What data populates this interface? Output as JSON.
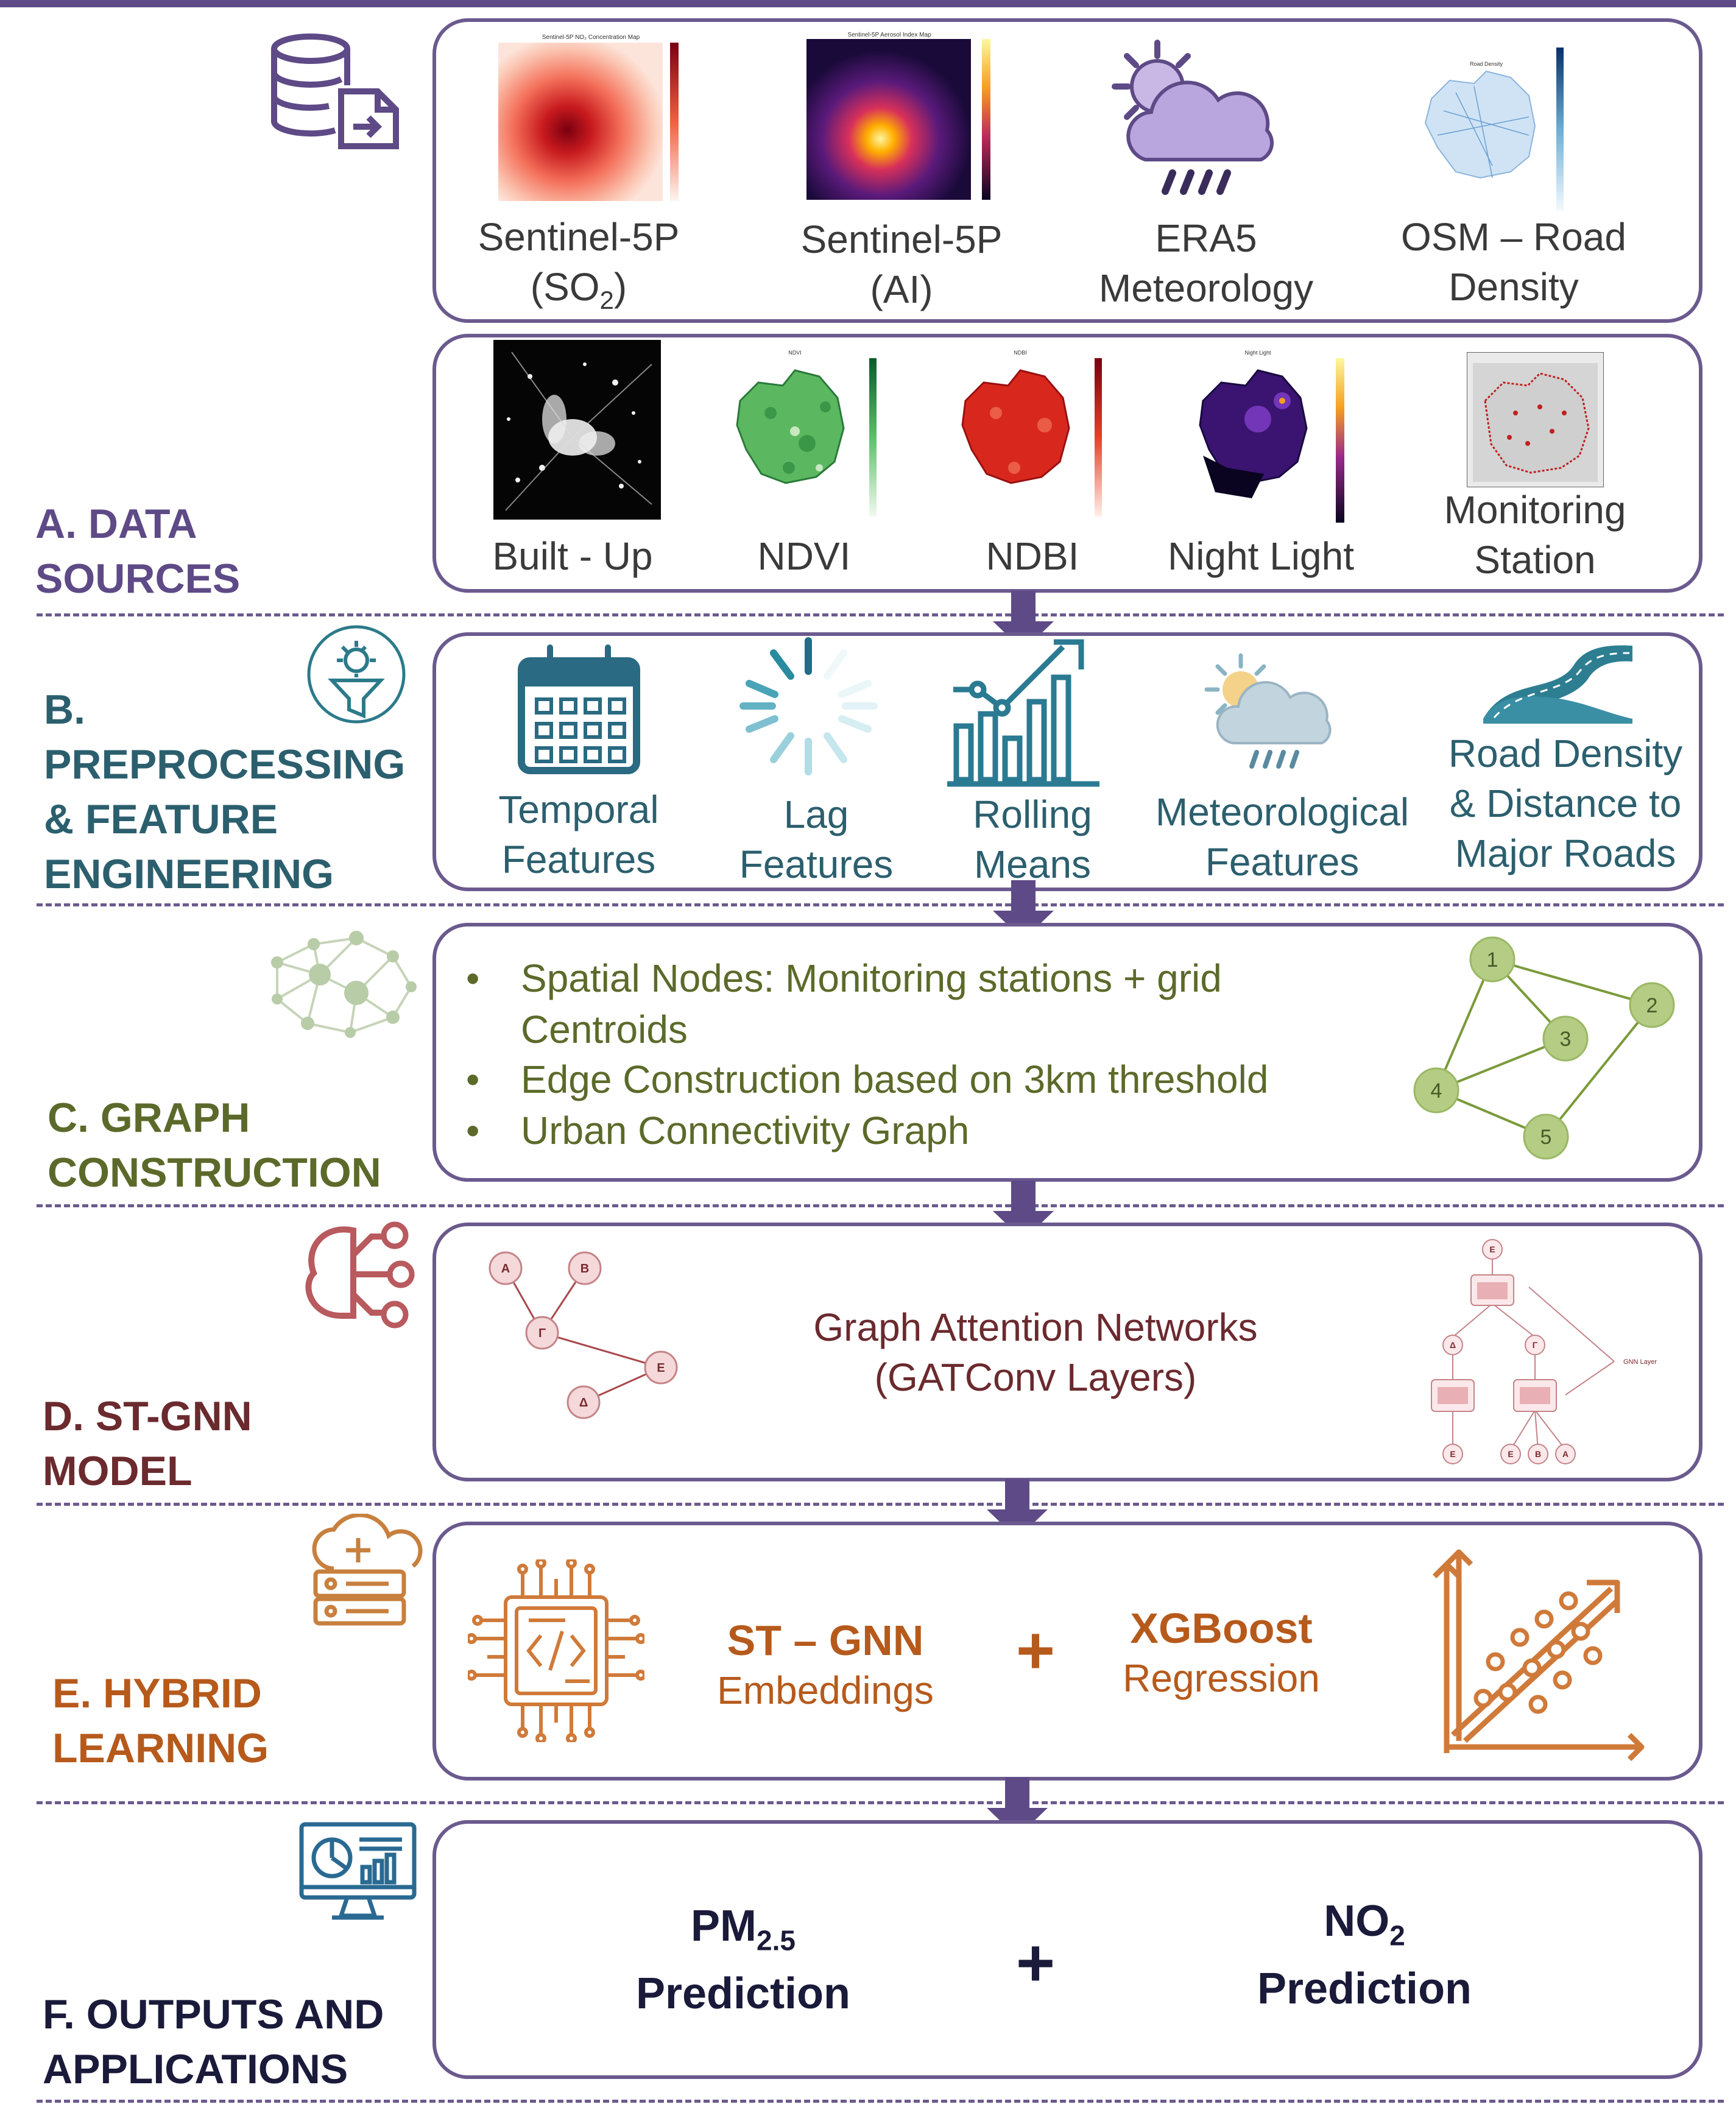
{
  "sections": {
    "a": {
      "title_line1": "A. DATA",
      "title_line2": "SOURCES",
      "row1": [
        {
          "line1": "Sentinel-5P",
          "line2": "(SO",
          "sub": "2",
          "line2_end": ")",
          "map_title": "Sentinel-5P NO₂ Concentration Map"
        },
        {
          "line1": "Sentinel-5P",
          "line2": "(AI)",
          "map_title": "Sentinel-5P Aerosol Index Map"
        },
        {
          "line1": "ERA5",
          "line2": "Meteorology"
        },
        {
          "line1": "OSM – Road",
          "line2": "Density",
          "map_title": "Road Density"
        }
      ],
      "row2": [
        {
          "line1": "",
          "line2": "Built - Up"
        },
        {
          "line1": "",
          "line2": "NDVI",
          "map_title": "NDVI"
        },
        {
          "line1": "",
          "line2": "NDBI",
          "map_title": "NDBI"
        },
        {
          "line1": "",
          "line2": "Night Light",
          "map_title": "Night Light"
        },
        {
          "line1": "Monitoring",
          "line2": "Station"
        }
      ]
    },
    "b": {
      "title_lines": [
        "B.",
        "PREPROCESSING",
        "& FEATURE",
        "ENGINEERING"
      ],
      "items": [
        {
          "line1": "Temporal",
          "line2": "Features"
        },
        {
          "line1": "Lag",
          "line2": "Features"
        },
        {
          "line1": "Rolling",
          "line2": "Means"
        },
        {
          "line1": "Meteorological",
          "line2": "Features"
        },
        {
          "line1": "Road Density",
          "line2": "& Distance to",
          "line3": "Major Roads"
        }
      ]
    },
    "c": {
      "title_line1": "C. GRAPH",
      "title_line2": "CONSTRUCTION",
      "bullets": [
        {
          "line1": "Spatial Nodes: Monitoring stations + grid",
          "line2": "Centroids"
        },
        {
          "line1": "Edge Construction based on 3km threshold"
        },
        {
          "line1": "Urban Connectivity Graph"
        }
      ],
      "graph_nodes": [
        "1",
        "2",
        "3",
        "4",
        "5"
      ]
    },
    "d": {
      "title_line1": "D. ST-GNN",
      "title_line2": "MODEL",
      "center_line1": "Graph Attention Networks",
      "center_line2": "(GATConv Layers)",
      "left_nodes": [
        "A",
        "B",
        "Γ",
        "E",
        "Δ"
      ],
      "right_nodes": [
        "E",
        "Δ",
        "Γ",
        "E",
        "E",
        "B",
        "A"
      ],
      "gnn_layer_label": "GNN Layer"
    },
    "e": {
      "title_line1": "E. HYBRID",
      "title_line2": "LEARNING",
      "left_line1": "ST – GNN",
      "left_line2": "Embeddings",
      "plus": "+",
      "right_line1": "XGBoost",
      "right_line2": "Regression"
    },
    "f": {
      "title_line1": "F. OUTPUTS AND",
      "title_line2": "APPLICATIONS",
      "left_main": "PM",
      "left_sub": "2.5",
      "left_line2": "Prediction",
      "plus": "+",
      "right_main": "NO",
      "right_sub": "2",
      "right_line2": "Prediction"
    }
  },
  "colors": {
    "purple": "#5e4a86",
    "teal": "#2c5f6e",
    "olive": "#5b6a2a",
    "maroon": "#6b2a2e",
    "orange": "#b65a1c",
    "navy": "#1a1a3a"
  }
}
